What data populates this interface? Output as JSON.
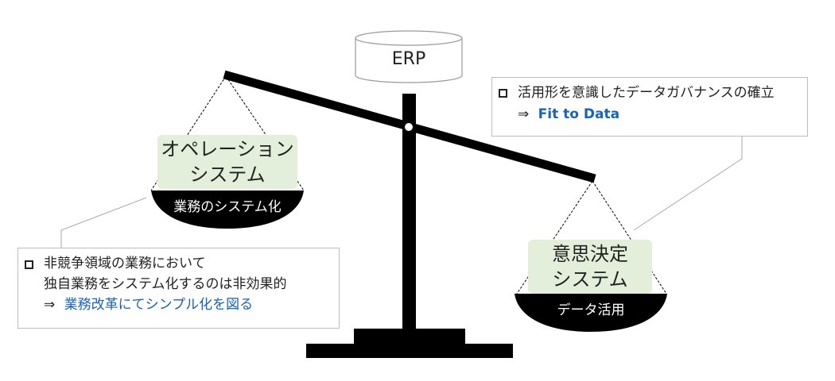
{
  "erp": {
    "label": "ERP"
  },
  "left_pan": {
    "box_lines": [
      "オペレーション",
      "システム"
    ],
    "pan_label": "業務のシステム化"
  },
  "right_pan": {
    "box_lines": [
      "意思決定",
      "システム"
    ],
    "pan_label": "データ活用"
  },
  "left_callout": {
    "line1": "非競争領域の業務において",
    "line2": "独自業務をシステム化するのは非効果的",
    "arrow": "⇒",
    "emphasis": "業務改革にてシンプル化を図る"
  },
  "right_callout": {
    "line1": "活用形を意識したデータガバナンスの確立",
    "arrow": "⇒",
    "emphasis": "Fit to Data"
  },
  "colors": {
    "box_fill": "#e3efda",
    "emphasis_text": "#1a62b6",
    "scale": "#000000"
  }
}
